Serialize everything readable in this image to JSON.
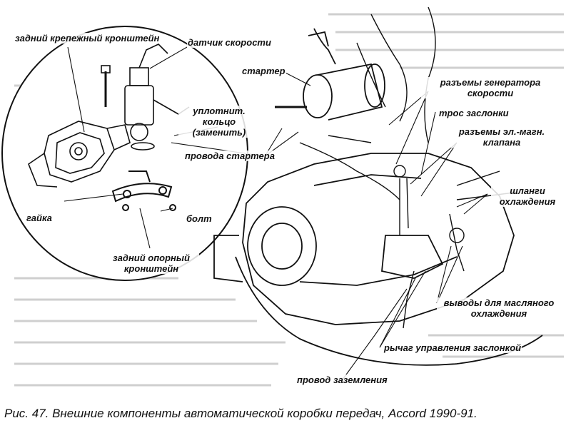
{
  "labels": {
    "rear_mount_bracket": "задний крепежный кронштейн",
    "speed_sensor": "датчик скорости",
    "starter": "стартер",
    "seal_ring": "уплотнит. кольцо (заменить)",
    "starter_wires": "провода стартера",
    "nut": "гайка",
    "bolt": "болт",
    "rear_support_bracket": "задний опорный кронштейн",
    "speed_generator_connectors": "разъемы генератора скорости",
    "throttle_cable": "трос заслонки",
    "solenoid_connectors": "разъемы эл.-магн. клапана",
    "cooling_hoses": "шланги охлаждения",
    "oil_cooling_outlets": "выводы для масляного охлаждения",
    "throttle_lever": "рычаг управления заслонкой",
    "ground_wire": "провод заземления"
  },
  "caption": "Рис. 47. Внешние компоненты автоматической коробки передач, Accord 1990-91."
}
